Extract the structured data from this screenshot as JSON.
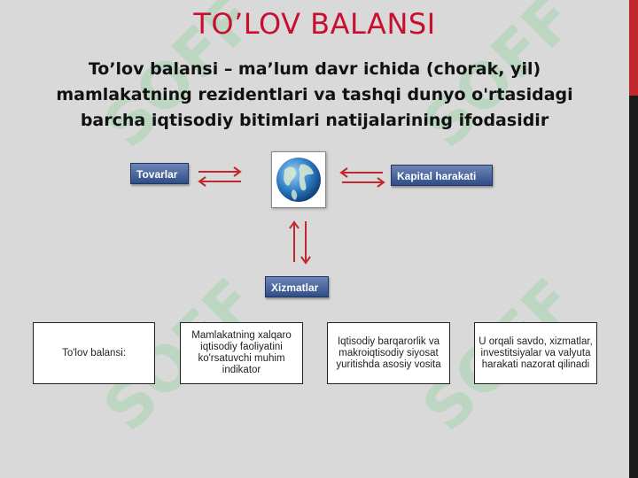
{
  "slide": {
    "title": "TO’LOV BALANSI",
    "definition": "To’lov balansi – ma’lum davr ichida (chorak, yil) mamlakatning rezidentlari va tashqi dunyo o'rtasidagi barcha iqtisodiy bitimlari natijalarining ifodasidir"
  },
  "diagram": {
    "left_label": "Tovarlar",
    "right_label": "Kapital harakati",
    "bottom_label": "Xizmatlar",
    "center_icon": "globe-icon",
    "arrow_color": "#c0282d",
    "label_color": "#3b5a96"
  },
  "flow": [
    "To'lov balansi:",
    "Mamlakatning xalqaro iqtisodiy faoliyatini ko'rsatuvchi muhim indikator",
    "Iqtisodiy barqarorlik va makroiqtisodiy siyosat yuritishda asosiy vosita",
    "U orqali savdo, xizmatlar, investitsiyalar va valyuta harakati nazorat qilinadi"
  ],
  "watermark": "SOFF",
  "colors": {
    "title": "#c8102e",
    "accent_red": "#c0282d",
    "accent_black": "#1a1a1a"
  }
}
